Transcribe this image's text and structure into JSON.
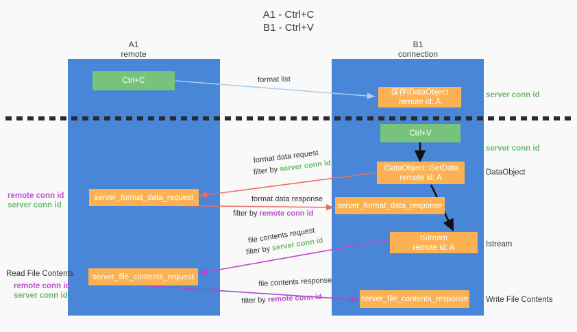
{
  "title": {
    "line1": "A1 - Ctrl+C",
    "line2": "B1 - Ctrl+V"
  },
  "columns": [
    {
      "id": "a1",
      "name": "A1",
      "sub": "remote",
      "color": "#4a86d8"
    },
    {
      "id": "b1",
      "name": "B1",
      "sub": "connection",
      "color": "#4a86d8"
    }
  ],
  "nodes": {
    "ctrl_c": {
      "line1": "Ctrl+C",
      "line2": "",
      "color": "#77c37c"
    },
    "save_idataobject": {
      "line1": "保存IDataObject",
      "line2": "remote id: A",
      "color": "#fcb153"
    },
    "ctrl_v": {
      "line1": "Ctrl+V",
      "line2": "",
      "color": "#77c37c"
    },
    "getdata": {
      "line1": "IDataObject::GetData",
      "line2": "remote id: A",
      "color": "#fcb153"
    },
    "server_format_data_request": {
      "line1": "server_format_data_request",
      "line2": "",
      "color": "#fcb153"
    },
    "server_format_data_response": {
      "line1": "server_format_data_response",
      "line2": "",
      "color": "#fcb153"
    },
    "istream": {
      "line1": "IStream",
      "line2": "remote id: A",
      "color": "#fcb153"
    },
    "server_file_contents_request": {
      "line1": "server_file_contents_request",
      "line2": "",
      "color": "#fcb153"
    },
    "server_file_contents_response": {
      "line1": "server_file_contents_response",
      "line2": "",
      "color": "#fcb153"
    }
  },
  "edge_labels": {
    "format_list": "format list",
    "format_data_request": "format data request",
    "format_data_request_filter_prefix": "filter by ",
    "format_data_request_filter_key": "server conn id",
    "format_data_response": "format data response",
    "format_data_response_filter_prefix": "filter by ",
    "format_data_response_filter_key": "remote conn id",
    "file_contents_request": "file contents request",
    "file_contents_request_filter_prefix": "filter by ",
    "file_contents_request_filter_key": "server conn id",
    "file_contents_response": "file contents response",
    "file_contents_response_filter_prefix": "filter by ",
    "file_contents_response_filter_key": "remote conn id"
  },
  "right_labels": {
    "server_conn_id_top": "server conn id",
    "server_conn_id_mid": "server conn id",
    "dataobject": "DataObject",
    "istream": "Istream",
    "write_file_contents": "Write File Contents"
  },
  "left_labels": {
    "remote_conn_id_mid": "remote conn id",
    "server_conn_id_mid": "server conn id",
    "read_file_contents": "Read File Contents",
    "remote_conn_id_bottom": "remote conn id",
    "server_conn_id_bottom": "server conn id"
  },
  "colors": {
    "band_blue": "#4a86d8",
    "node_green": "#77c37c",
    "node_orange": "#fcb153",
    "arrow_lightblue": "#a8cdec",
    "arrow_red": "#ea6e61",
    "arrow_magenta": "#c63fd0",
    "arrow_purple": "#a04fc8",
    "arrow_black": "#111111",
    "conn_green": "#6aba6e",
    "conn_purple": "#c04fd0",
    "divider_dark": "#262b33",
    "background": "#f9f9f9"
  }
}
